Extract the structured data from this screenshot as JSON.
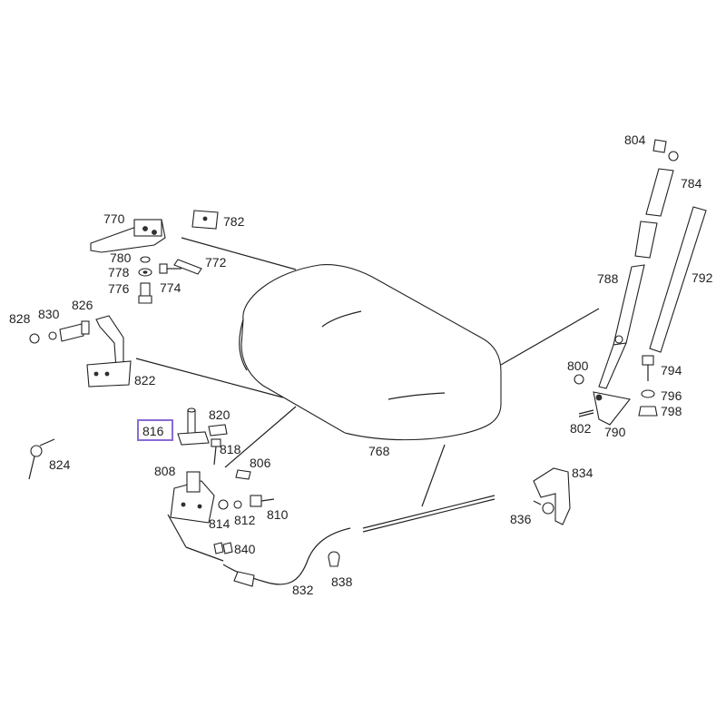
{
  "diagram": {
    "highlight_color": "#8a6bd6",
    "highlighted_part": "816",
    "labels": {
      "p768": "768",
      "p770": "770",
      "p772": "772",
      "p774": "774",
      "p776": "776",
      "p778": "778",
      "p780": "780",
      "p782": "782",
      "p784": "784",
      "p788": "788",
      "p790": "790",
      "p792": "792",
      "p794": "794",
      "p796": "796",
      "p798": "798",
      "p800": "800",
      "p802": "802",
      "p804": "804",
      "p806": "806",
      "p808": "808",
      "p810": "810",
      "p812": "812",
      "p814": "814",
      "p816": "816",
      "p818": "818",
      "p820": "820",
      "p822": "822",
      "p824": "824",
      "p826": "826",
      "p828": "828",
      "p830": "830",
      "p832": "832",
      "p834": "834",
      "p836": "836",
      "p838": "838",
      "p840": "840"
    }
  }
}
